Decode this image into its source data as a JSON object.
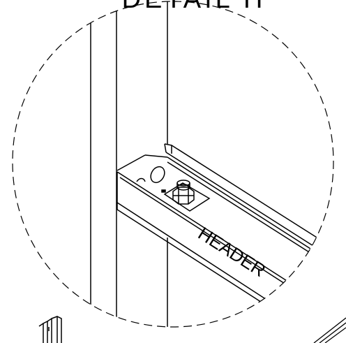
{
  "figure": {
    "title": "DETAIL H",
    "callouts": [
      {
        "id": "header",
        "text": "HEADER"
      }
    ]
  },
  "colors": {
    "line": "#000000",
    "background": "#ffffff"
  }
}
